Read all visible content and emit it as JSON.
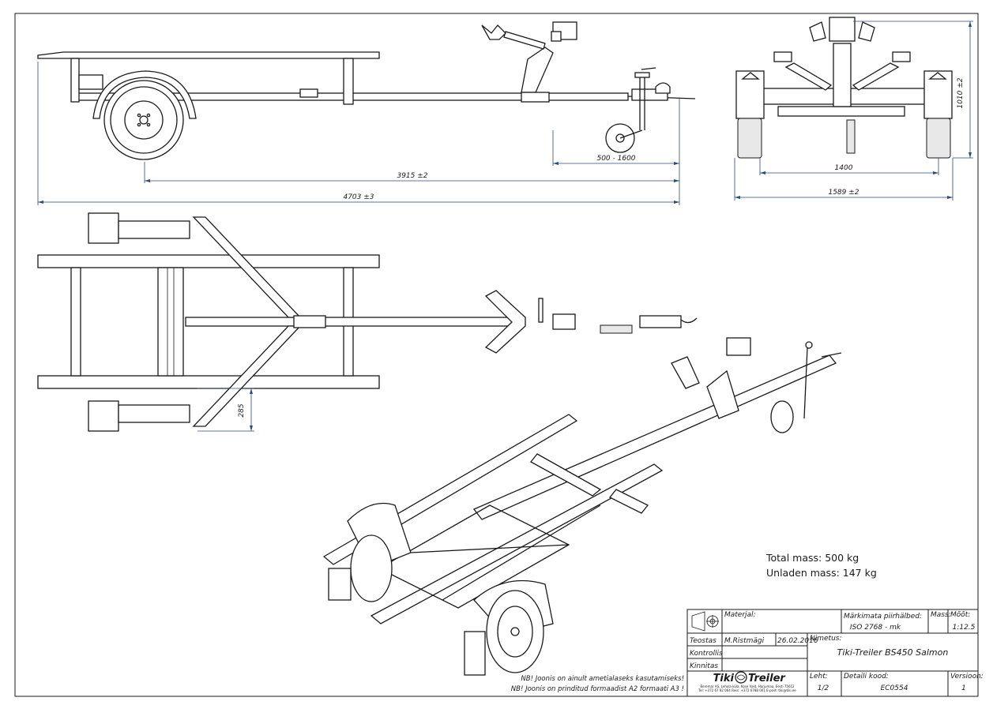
{
  "dimensions": {
    "jockey_range": "500 - 1600",
    "axle_to_coupling": "3915 ±2",
    "overall_length": "4703 ±3",
    "track_width": "1400",
    "overall_width": "1589 ±2",
    "height": "1010 ±2",
    "winch_offset": "285"
  },
  "masses": {
    "total": "Total mass: 500 kg",
    "unladen": "Unladen mass: 147 kg"
  },
  "notes": [
    "NB! Joonis on ainult ametialaseks kasutamiseks!",
    "NB! Joonis on prinditud formaadist A2 formaati A3 !"
  ],
  "title_block": {
    "materjal_label": "Materjal:",
    "markimata_label": "Märkimata piirhälbed:",
    "markimata_value": "ISO 2768 - mk",
    "mass_label": "Mass:",
    "moot_label": "Mõõt:",
    "moot_value": "1:12.5",
    "teostas_label": "Teostas",
    "teostas_name": "M.Ristmägi",
    "teostas_date": "26.02.2016",
    "kontrollis_label": "Kontrollis",
    "kinnitas_label": "Kinnitas",
    "nimetus_label": "Nimetus:",
    "nimetus_value": "Tiki-Treiler BS450 Salmon",
    "leht_label": "Leht:",
    "leht_value": "1/2",
    "detaili_label": "Detaili kood:",
    "detaili_value": "EC0554",
    "versioon_label": "Versioon:",
    "versioon_value": "1",
    "brand_left": "Tiki",
    "brand_right": "Treiler",
    "company_line1": "Beremar AS, Lehola küla, Kose Vald, Harjumaa, Eesti 75612",
    "company_line2": "Tel: +372 67 82 064   Faks: +372 6788 001   E-post: tiki@tiki.ee"
  },
  "colors": {
    "line": "#1a1a1a",
    "dimension": "#2b4a7a",
    "background": "#ffffff"
  }
}
